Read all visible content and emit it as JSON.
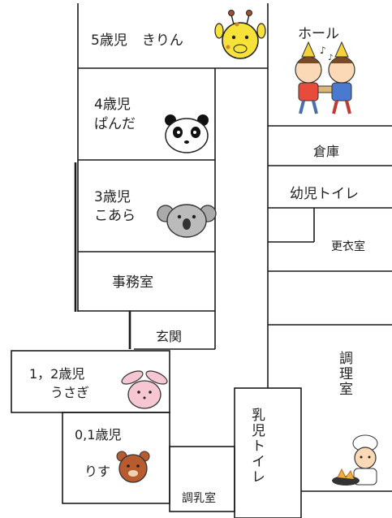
{
  "rooms": {
    "class5": {
      "age": "5歳児",
      "name": "きりん"
    },
    "class4": {
      "age": "4歳児",
      "name": "ぱんだ"
    },
    "class3": {
      "age": "3歳児",
      "name": "こあら"
    },
    "office": "事務室",
    "entrance": "玄関",
    "class12": {
      "age": "1，2歳児",
      "name": "うさぎ"
    },
    "class01": {
      "age": "0,1歳児",
      "name": "りす"
    },
    "milk_room": "調乳室",
    "infant_toilet": "乳児トイレ",
    "hall": "ホール",
    "storage": "倉庫",
    "child_toilet": "幼児トイレ",
    "changing_room": "更衣室",
    "kitchen": "調理室"
  },
  "icons": {
    "giraffe": "giraffe-icon",
    "panda": "panda-icon",
    "koala": "koala-icon",
    "rabbit": "rabbit-icon",
    "bear": "bear-icon",
    "children": "dancing-children-icon",
    "chef": "chef-icon"
  },
  "colors": {
    "wall": "#1a1a1a",
    "giraffe": "#f7e23a",
    "rabbit": "#f6c6d2",
    "bear": "#b85b2e"
  }
}
